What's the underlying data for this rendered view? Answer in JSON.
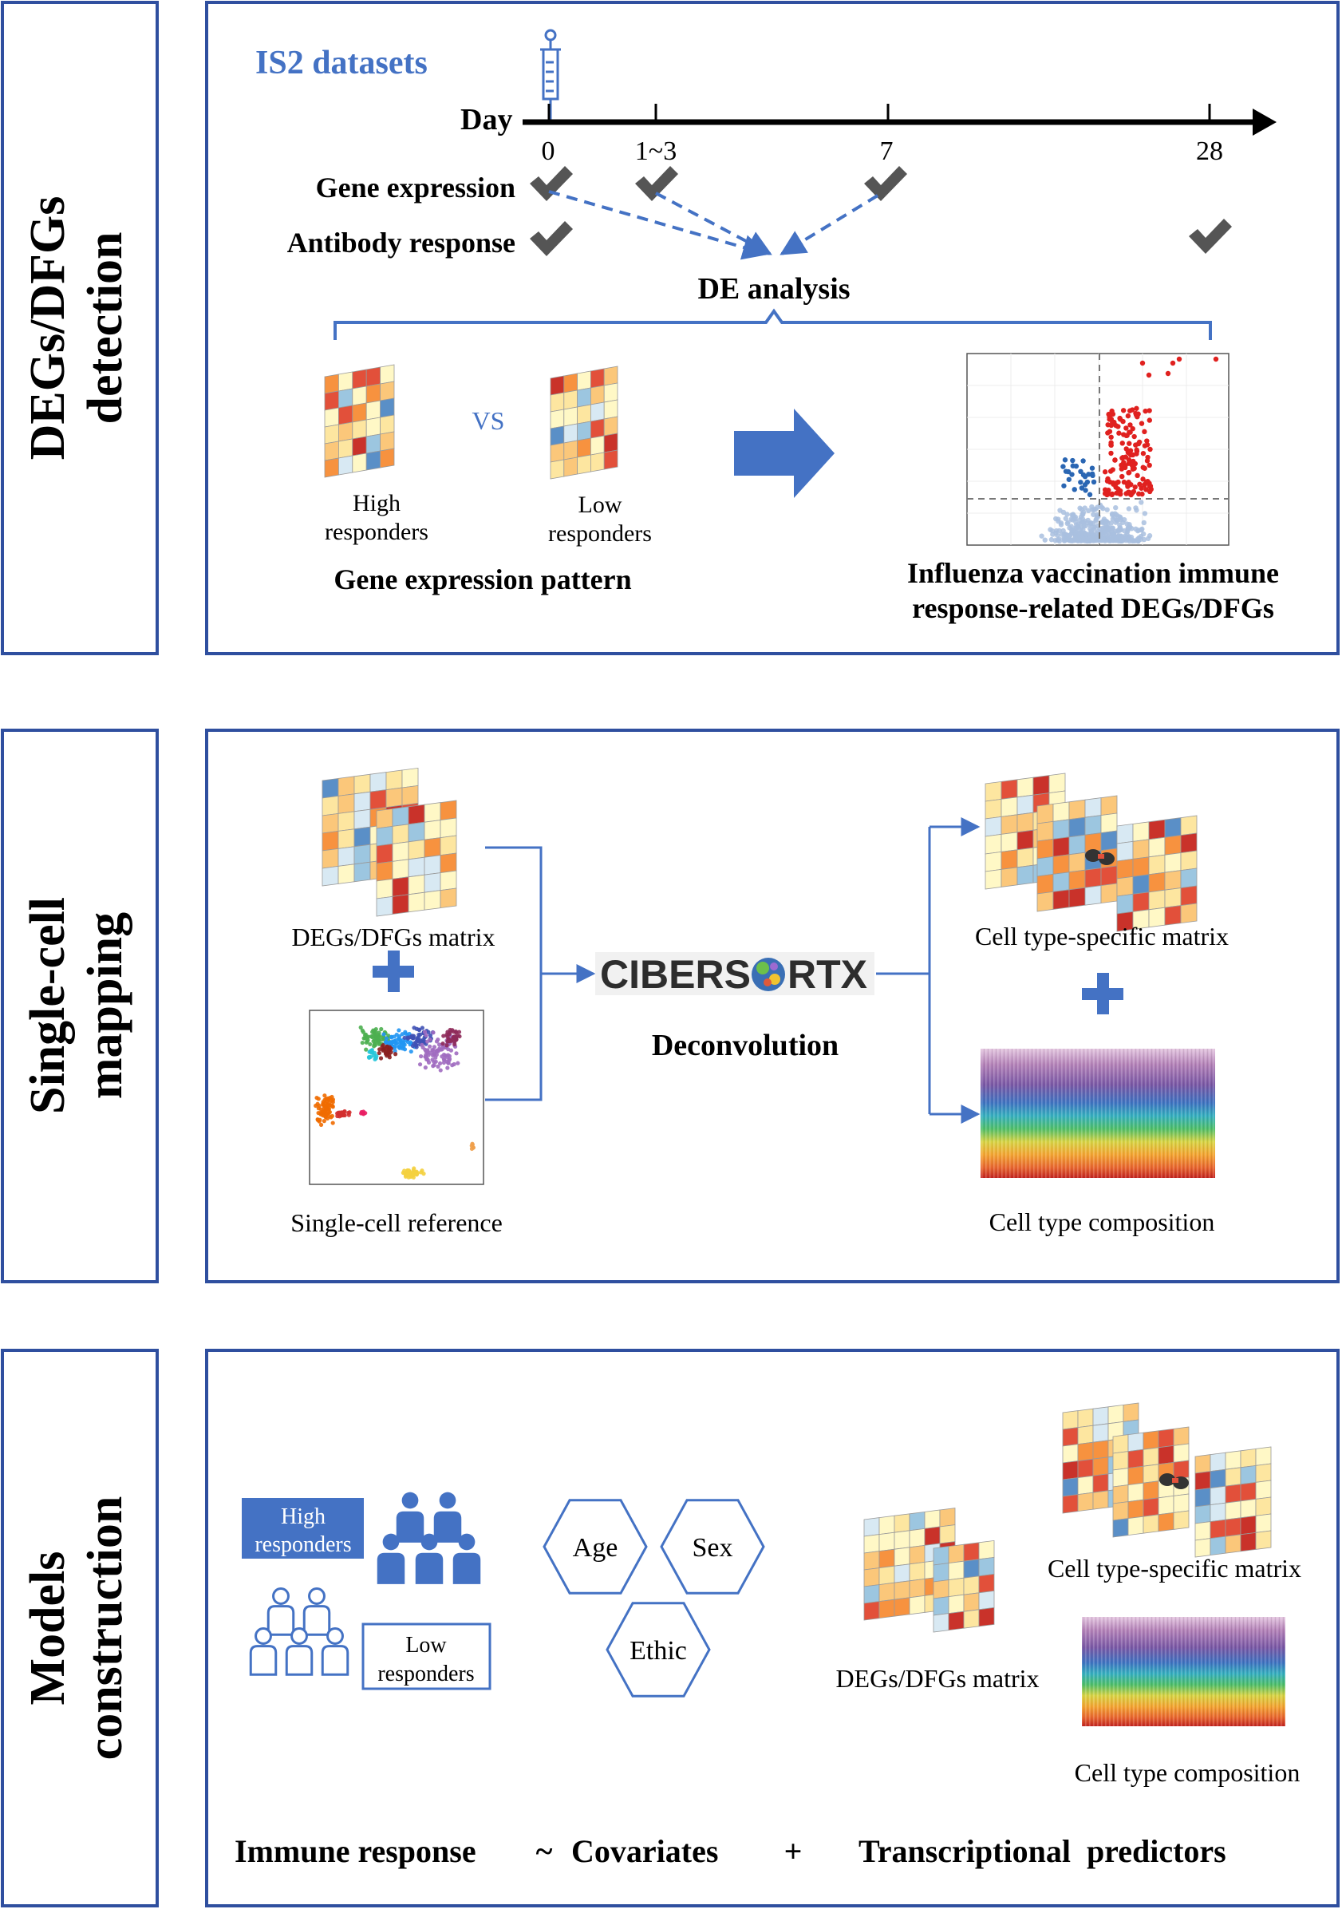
{
  "colors": {
    "frame": "#2f4f9f",
    "accent": "#4472c4",
    "check": "#555555",
    "heat": [
      "#fff8c6",
      "#fde6a0",
      "#fbc77a",
      "#f7923f",
      "#e2503a",
      "#c9322a",
      "#d8e9f3",
      "#9cc6e0",
      "#5a8fc7"
    ]
  },
  "sections": {
    "degs": {
      "side_label": [
        "DEGs/DFGs",
        "detection"
      ],
      "datasets_title": "IS2 datasets",
      "timeline": {
        "label": "Day",
        "days": [
          "0",
          "1~3",
          "7",
          "28"
        ]
      },
      "rows": {
        "gene_expression": "Gene expression",
        "antibody_response": "Antibody response"
      },
      "de_analysis": "DE analysis",
      "high_label": [
        "High",
        "responders"
      ],
      "vs": "VS",
      "low_label": [
        "Low",
        "responders"
      ],
      "pattern_caption": "Gene expression pattern",
      "result_caption": [
        "Influenza vaccination immune",
        "response-related DEGs/DFGs"
      ]
    },
    "mapping": {
      "side_label": [
        "Single-cell",
        "mapping"
      ],
      "degs_matrix": "DEGs/DFGs matrix",
      "sc_reference": "Single-cell reference",
      "logo_left": "CIBERS",
      "logo_right": "RTX",
      "deconvolution": "Deconvolution",
      "ct_matrix": "Cell type-specific matrix",
      "ct_composition": "Cell type composition"
    },
    "models": {
      "side_label": [
        "Models",
        "construction"
      ],
      "high_box": [
        "High",
        "responders"
      ],
      "low_box": [
        "Low",
        "responders"
      ],
      "hexagons": [
        "Age",
        "Sex",
        "Ethic"
      ],
      "ct_matrix": "Cell type-specific matrix",
      "degs_matrix": "DEGs/DFGs matrix",
      "ct_composition": "Cell type composition",
      "formula": {
        "response": "Immune response",
        "tilde": "~",
        "covariates": "Covariates",
        "plus": "+",
        "predictors": "Transcriptional  predictors"
      }
    }
  }
}
